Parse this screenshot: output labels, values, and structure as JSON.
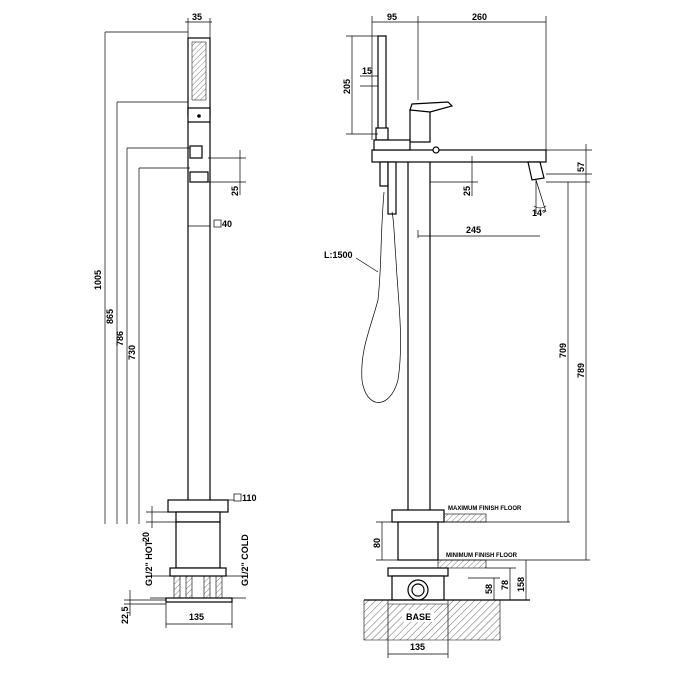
{
  "left_view": {
    "dim_top_width": "35",
    "dim_1005": "1005",
    "dim_865": "865",
    "dim_786": "786",
    "dim_730": "730",
    "dim_25": "25",
    "dim_square_40": "40",
    "dim_square_110": "110",
    "dim_20": "20",
    "dim_hot": "G1/2\" HOT",
    "dim_cold": "G1/2\" COLD",
    "dim_22_5": "22,5",
    "dim_135": "135"
  },
  "right_view": {
    "dim_95": "95",
    "dim_260": "260",
    "dim_205": "205",
    "dim_15": "15",
    "dim_57": "57",
    "dim_25": "25",
    "dim_angle": "14°",
    "dim_245": "245",
    "hose_length": "L:1500",
    "dim_709": "709",
    "dim_789": "789",
    "max_floor": "MAXIMUM FINISH FLOOR",
    "min_floor": "MINIMUM FINISH FLOOR",
    "dim_80": "80",
    "dim_158": "158",
    "dim_78": "78",
    "dim_58": "58",
    "base_label": "BASE",
    "dim_135": "135"
  }
}
